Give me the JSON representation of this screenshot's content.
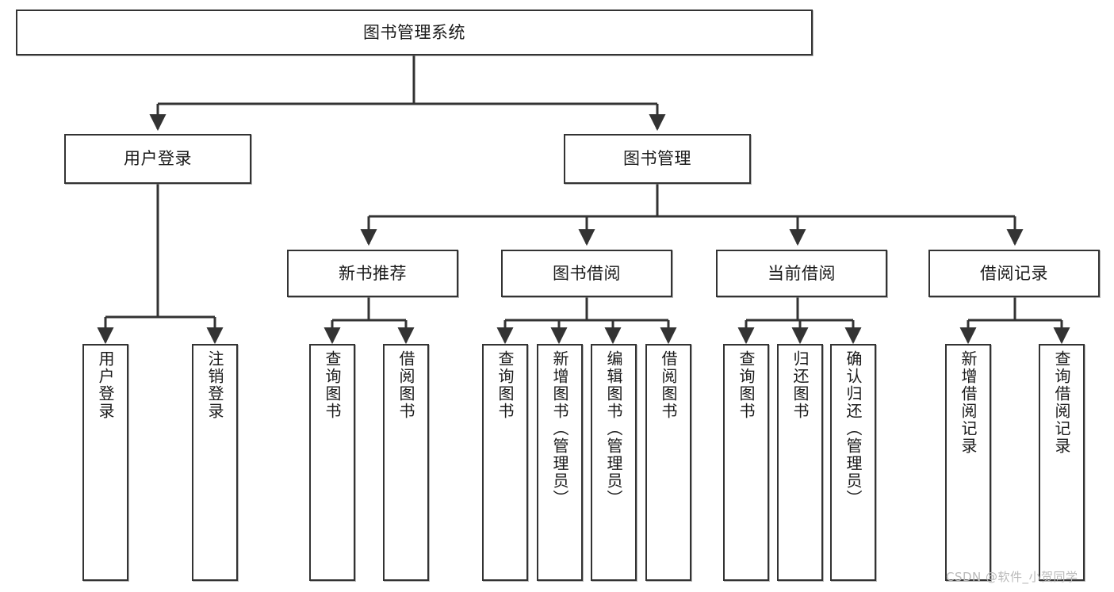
{
  "diagram": {
    "title": "图书管理系统",
    "watermark": "CSDN @软件_小贺同学",
    "line_color": "#333333",
    "box_border_color": "#333333",
    "box_fill_color": "#ffffff",
    "watermark_color": "#b9b9b9"
  },
  "nodes": {
    "root": {
      "label": "图书管理系统"
    },
    "level1": [
      {
        "label": "用户登录"
      },
      {
        "label": "图书管理"
      }
    ],
    "level2": [
      {
        "label": "新书推荐"
      },
      {
        "label": "图书借阅"
      },
      {
        "label": "当前借阅"
      },
      {
        "label": "借阅记录"
      }
    ],
    "leaves": {
      "user_login": [
        {
          "label": "用户登录"
        },
        {
          "label": "注销登录"
        }
      ],
      "new_book": [
        {
          "label": "查询图书"
        },
        {
          "label": "借阅图书"
        }
      ],
      "book_borrow": [
        {
          "label": "查询图书"
        },
        {
          "label": "新增图书（管理员）"
        },
        {
          "label": "编辑图书（管理员）"
        },
        {
          "label": "借阅图书"
        }
      ],
      "current_borrow": [
        {
          "label": "查询图书"
        },
        {
          "label": "归还图书"
        },
        {
          "label": "确认归还（管理员）"
        }
      ],
      "borrow_record": [
        {
          "label": "新增借阅记录"
        },
        {
          "label": "查询借阅记录"
        }
      ]
    }
  }
}
